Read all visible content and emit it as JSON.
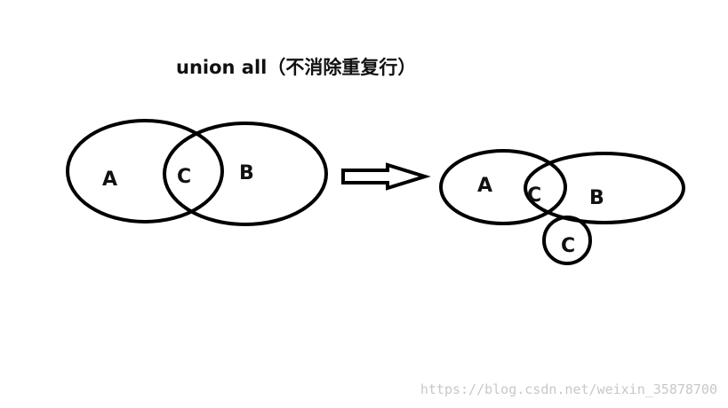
{
  "title": "union all（不消除重复行）",
  "left_diagram": {
    "set_a_label": "A",
    "set_b_label": "B",
    "intersection_label": "C"
  },
  "right_diagram": {
    "set_a_label": "A",
    "set_b_label": "B",
    "intersection_label": "C",
    "duplicate_label": "C"
  },
  "watermark": "https://blog.csdn.net/weixin_35878700",
  "colors": {
    "stroke": "#000000",
    "text": "#111111",
    "watermark": "#c8c8c8"
  }
}
